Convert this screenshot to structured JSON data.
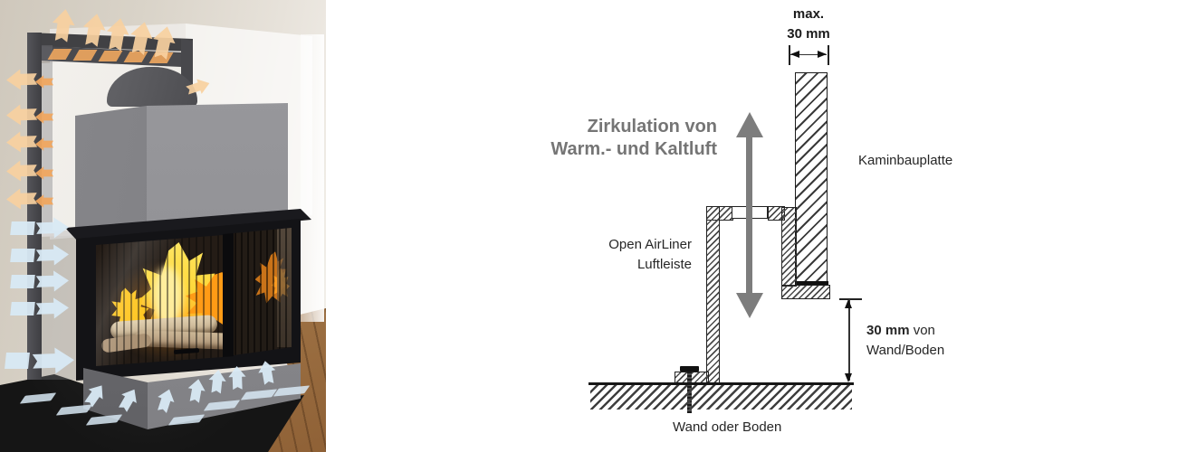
{
  "colors": {
    "warm_arrow": "#f7d0a0",
    "warm_arrow_deep": "#f0a75f",
    "cold_arrow": "#d8e9f4",
    "fire_yellow": "#ffd83a",
    "fire_orange": "#ff9416",
    "title_gray": "#757575",
    "arrow_gray": "#7d7d7d",
    "ink": "#1c1c1c"
  },
  "diagram": {
    "title": {
      "line1": "Zirkulation von",
      "line2": "Warm.- und Kaltluft"
    },
    "max_label": {
      "line1": "max.",
      "line2": "30 mm"
    },
    "kaminbauplatte_label": "Kaminbauplatte",
    "airliner_label": {
      "line1": "Open AirLiner",
      "line2": "Luftleiste"
    },
    "distance_label": {
      "bold": "30 mm",
      "rest": "von",
      "line2": "Wand/Boden"
    },
    "ground_label": "Wand oder Boden"
  }
}
